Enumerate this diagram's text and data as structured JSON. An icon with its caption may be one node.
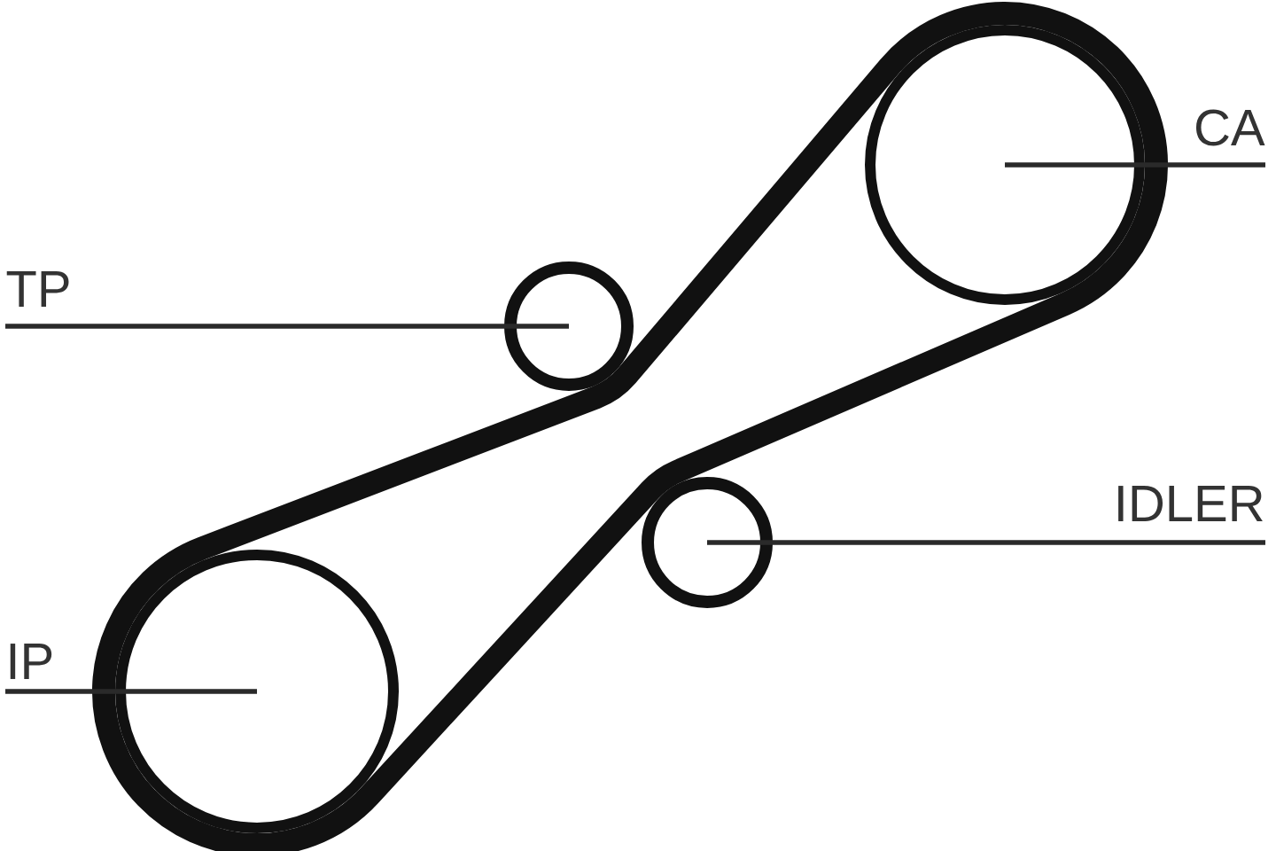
{
  "diagram": {
    "nodes": [
      {
        "text": [
          "CA"
        ]
      },
      {
        "text": [],
        "shape": "circle"
      },
      {
        "text": [
          "TP"
        ]
      },
      {
        "text": [],
        "shape": "circle"
      },
      {
        "text": [
          "IDLER"
        ]
      },
      {
        "text": [],
        "shape": "circle"
      },
      {
        "text": [
          "IP"
        ]
      },
      {
        "text": [],
        "shape": "circle"
      }
    ],
    "edges": [
      {
        "from": 0,
        "to": 1,
        "arrow": "none"
      },
      {
        "from": 2,
        "to": 3,
        "arrow": "none"
      },
      {
        "from": 4,
        "to": 5,
        "arrow": "none"
      },
      {
        "from": 6,
        "to": 7,
        "arrow": "none"
      }
    ]
  }
}
